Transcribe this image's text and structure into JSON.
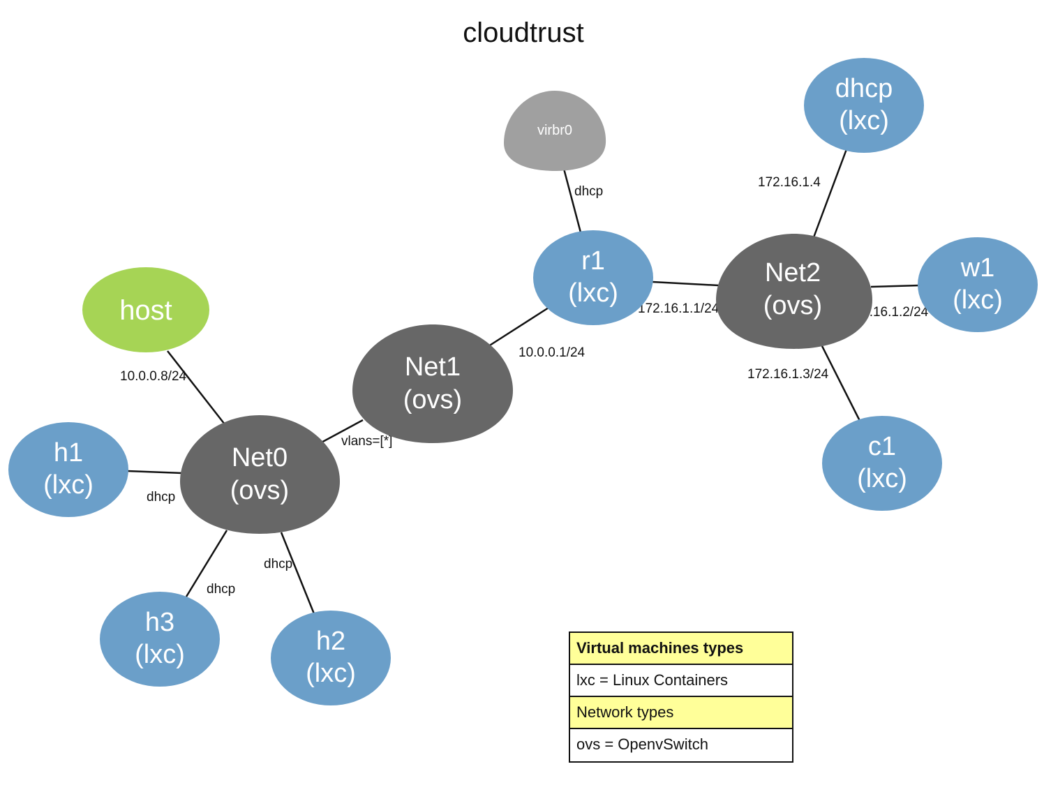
{
  "title": "cloudtrust",
  "colors": {
    "container": "#6b9fc9",
    "switch": "#676767",
    "host": "#a6d455",
    "bridge": "#a0a0a0",
    "legend_header": "#ffff99"
  },
  "nodes": {
    "virbr0": {
      "line1": "virbr0"
    },
    "dhcp": {
      "line1": "dhcp",
      "line2": "(lxc)"
    },
    "r1": {
      "line1": "r1",
      "line2": "(lxc)"
    },
    "net2": {
      "line1": "Net2",
      "line2": "(ovs)"
    },
    "w1": {
      "line1": "w1",
      "line2": "(lxc)"
    },
    "host": {
      "line1": "host"
    },
    "net1": {
      "line1": "Net1",
      "line2": "(ovs)"
    },
    "c1": {
      "line1": "c1",
      "line2": "(lxc)"
    },
    "h1": {
      "line1": "h1",
      "line2": "(lxc)"
    },
    "net0": {
      "line1": "Net0",
      "line2": "(ovs)"
    },
    "h3": {
      "line1": "h3",
      "line2": "(lxc)"
    },
    "h2": {
      "line1": "h2",
      "line2": "(lxc)"
    }
  },
  "edge_labels": {
    "r1_virbr0": "dhcp",
    "net2_dhcp": "172.16.1.4",
    "r1_net2": "172.16.1.1/24",
    "net2_w1": "172.16.1.2/24",
    "net1_r1": "10.0.0.1/24",
    "net2_c1": "172.16.1.3/24",
    "host_net0": "10.0.0.8/24",
    "net0_net1": "vlans=[*]",
    "h1_net0": "dhcp",
    "net0_h2": "dhcp",
    "net0_h3": "dhcp"
  },
  "legend": {
    "vm_header": "Virtual machines types",
    "vm_entry": "lxc = Linux Containers",
    "net_header": "Network types",
    "net_entry": "ovs = OpenvSwitch"
  }
}
